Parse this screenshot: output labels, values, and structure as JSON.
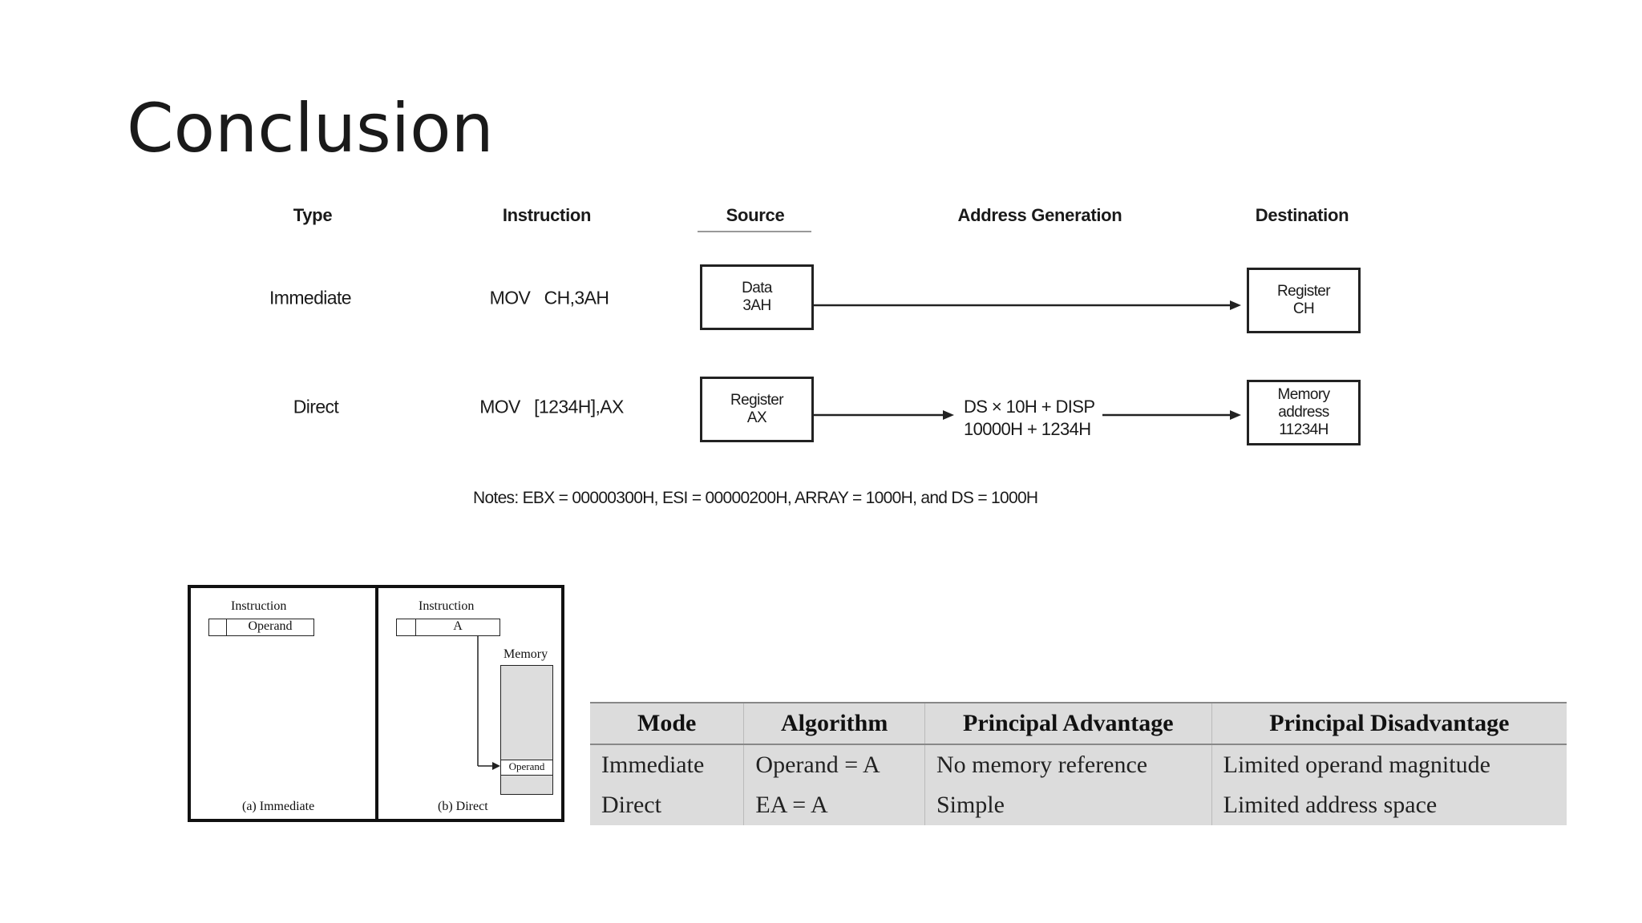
{
  "slide": {
    "title": "Conclusion"
  },
  "diagram": {
    "headers": {
      "type": "Type",
      "instruction": "Instruction",
      "source": "Source",
      "address": "Address Generation",
      "destination": "Destination"
    },
    "rows": [
      {
        "type": "Immediate",
        "instruction": "MOV   CH,3AH",
        "source": [
          "Data",
          "3AH"
        ],
        "address": [],
        "destination": [
          "Register",
          "CH"
        ]
      },
      {
        "type": "Direct",
        "instruction": "MOV   [1234H],AX",
        "source": [
          "Register",
          "AX"
        ],
        "address": [
          "DS × 10H + DISP",
          "10000H + 1234H"
        ],
        "destination": [
          "Memory",
          "address",
          "11234H"
        ]
      }
    ],
    "notes": "Notes:  EBX = 00000300H, ESI = 00000200H, ARRAY = 1000H, and DS = 1000H"
  },
  "figure": {
    "immediate": {
      "instruction_label": "Instruction",
      "operand": "Operand",
      "caption": "(a) Immediate"
    },
    "direct": {
      "instruction_label": "Instruction",
      "address_field": "A",
      "memory_label": "Memory",
      "operand": "Operand",
      "caption": "(b) Direct"
    }
  },
  "table": {
    "headers": [
      "Mode",
      "Algorithm",
      "Principal Advantage",
      "Principal Disadvantage"
    ],
    "rows": [
      [
        "Immediate",
        "Operand = A",
        "No memory reference",
        "Limited operand magnitude"
      ],
      [
        "Direct",
        "EA = A",
        "Simple",
        "Limited address space"
      ]
    ]
  }
}
